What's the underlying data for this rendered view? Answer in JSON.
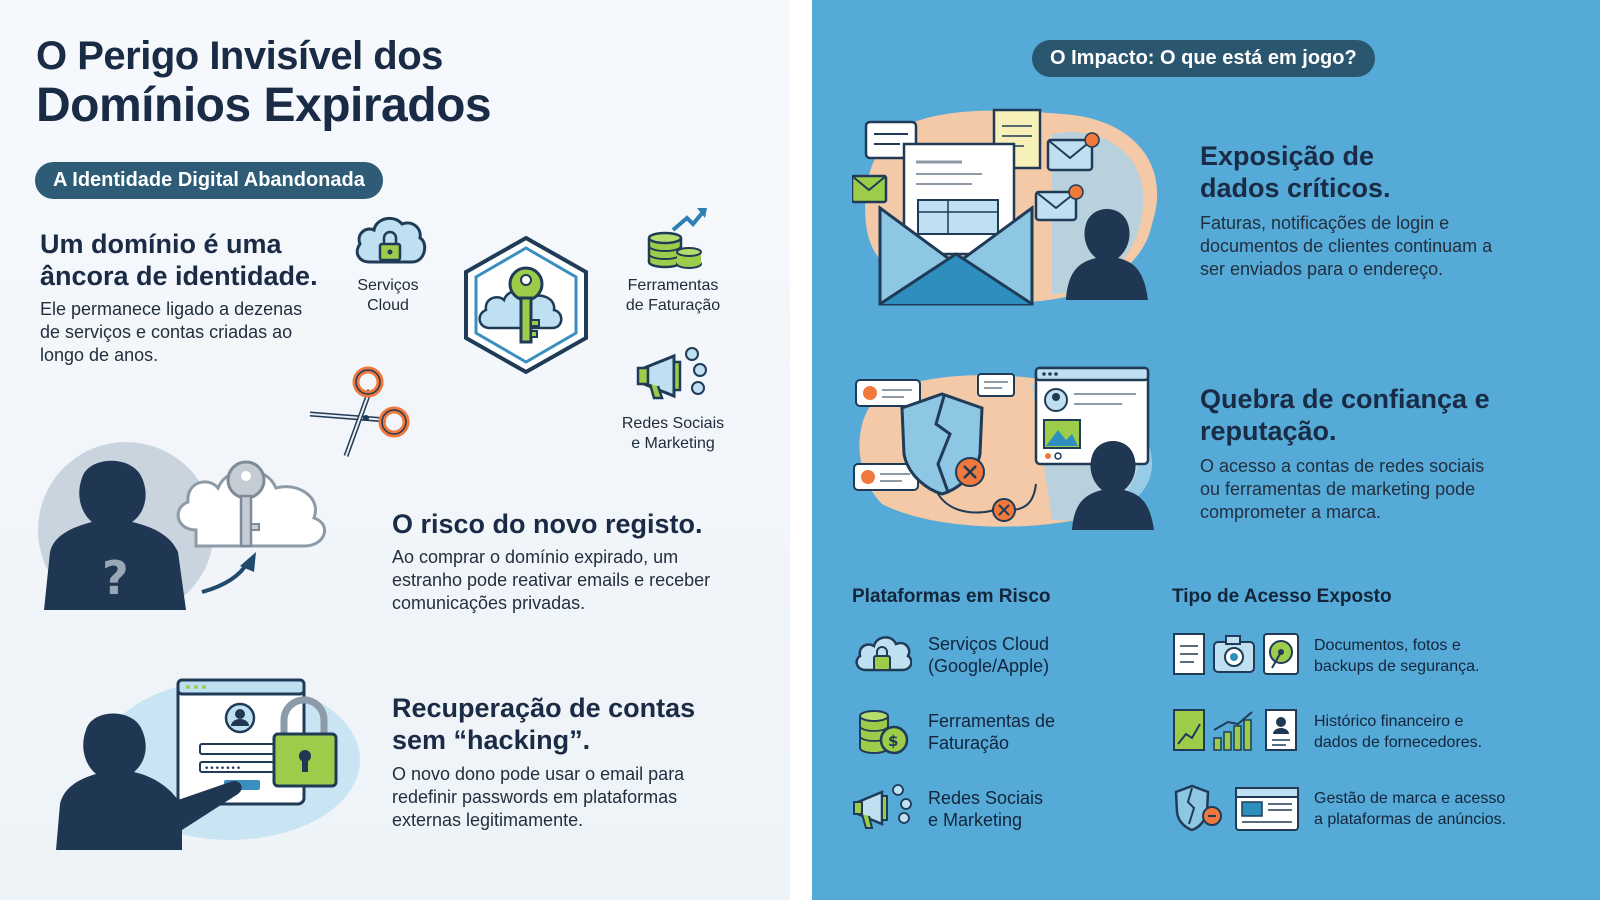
{
  "left": {
    "title_line1": "O Perigo Invisível dos",
    "title_line2": "Domínios Expirados",
    "pill": "A Identidade Digital Abandonada",
    "anchor": {
      "title_line1": "Um domínio é uma",
      "title_line2": "âncora de identidade.",
      "body_line1": "Ele permanece ligado a dezenas",
      "body_line2": "de serviços e contas criadas ao",
      "body_line3": "longo de anos."
    },
    "icons": {
      "cloud_line1": "Serviços",
      "cloud_line2": "Cloud",
      "billing_line1": "Ferramentas",
      "billing_line2": "de Faturação",
      "social_line1": "Redes Sociais",
      "social_line2": "e Marketing"
    },
    "risk": {
      "title": "O risco do novo registo.",
      "body_line1": "Ao comprar o domínio expirado, um",
      "body_line2": "estranho pode reativar emails e receber",
      "body_line3": "comunicações privadas."
    },
    "recovery": {
      "title_line1": "Recuperação de contas",
      "title_line2": "sem “hacking”.",
      "body_line1": "O novo dono pode usar o email para",
      "body_line2": "redefinir passwords em plataformas",
      "body_line3": "externas legitimamente."
    }
  },
  "right": {
    "pill": "O Impacto: O que está em jogo?",
    "exposure": {
      "title_line1": "Exposição de",
      "title_line2": "dados críticos.",
      "body_line1": "Faturas, notificações de login e",
      "body_line2": "documentos de clientes continuam a",
      "body_line3": "ser enviados para o endereço."
    },
    "trust": {
      "title_line1": "Quebra de confiança e",
      "title_line2": "reputação.",
      "body_line1": "O acesso a contas de redes sociais",
      "body_line2": "ou ferramentas de marketing pode",
      "body_line3": "comprometer a marca."
    },
    "platforms": {
      "heading": "Plataformas em Risco",
      "items": [
        {
          "line1": "Serviços Cloud",
          "line2": "(Google/Apple)"
        },
        {
          "line1": "Ferramentas de",
          "line2": "Faturação"
        },
        {
          "line1": "Redes Sociais",
          "line2": "e Marketing"
        }
      ]
    },
    "access": {
      "heading": "Tipo de Acesso Exposto",
      "items": [
        {
          "line1": "Documentos, fotos e",
          "line2": "backups de segurança."
        },
        {
          "line1": "Histórico financeiro e",
          "line2": "dados de fornecedores."
        },
        {
          "line1": "Gestão de marca e acesso",
          "line2": "a plataformas de anúncios."
        }
      ]
    }
  },
  "colors": {
    "navy": "#1a2b45",
    "pill": "#2e5b76",
    "right_bg": "#56aad7",
    "accent_green": "#9ccc4a",
    "accent_orange": "#f0783c",
    "light_blue": "#bfe0f1"
  }
}
